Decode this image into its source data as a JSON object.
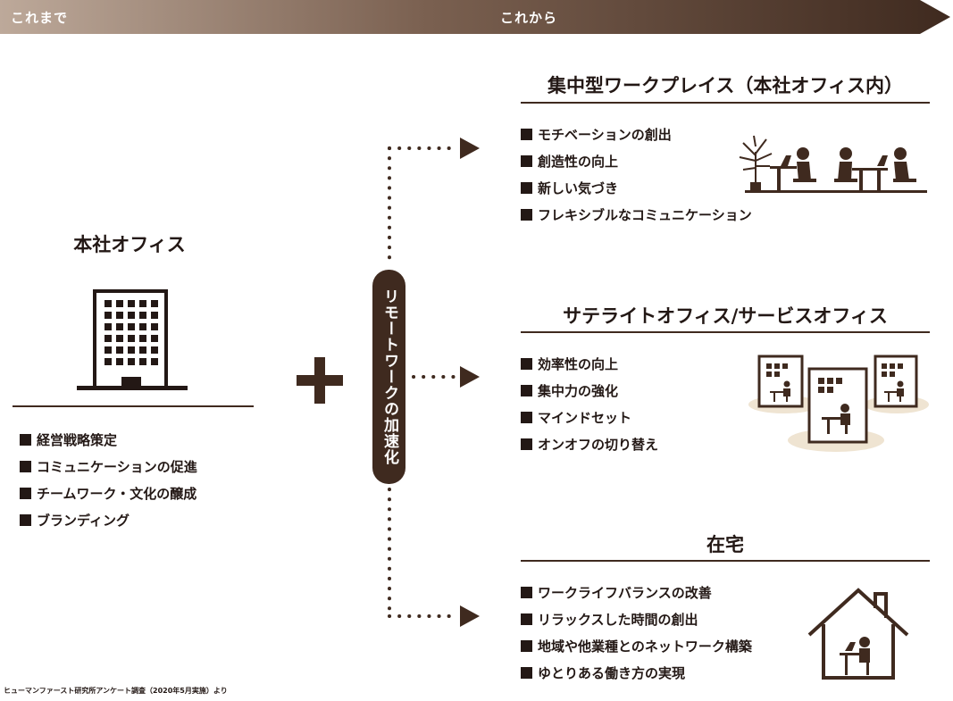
{
  "banner": {
    "before_label": "これまで",
    "after_label": "これから"
  },
  "left": {
    "title": "本社オフィス",
    "items": [
      "経営戦略策定",
      "コミュニケーションの促進",
      "チームワーク・文化の醸成",
      "ブランディング"
    ]
  },
  "center": {
    "plus_symbol": "+",
    "pill_label": "リモートワークの加速化"
  },
  "sections": [
    {
      "title": "集中型ワークプレイス（本社オフィス内）",
      "items": [
        "モチベーションの創出",
        "創造性の向上",
        "新しい気づき",
        "フレキシブルなコミュニケーション"
      ]
    },
    {
      "title": "サテライトオフィス/サービスオフィス",
      "items": [
        "効率性の向上",
        "集中力の強化",
        "マインドセット",
        "オンオフの切り替え"
      ]
    },
    {
      "title": "在宅",
      "items": [
        "ワークライフバランスの改善",
        "リラックスした時間の創出",
        "地域や他業種とのネットワーク構築",
        "ゆとりある働き方の実現"
      ]
    }
  ],
  "footnote": "ヒューマンファースト研究所アンケート調査（2020年5月実施）より",
  "colors": {
    "brand_brown": "#3f2a1f",
    "light_brown": "#b9a293",
    "beige": "#efe4d2",
    "text": "#231815"
  },
  "icons": [
    "office-building-icon",
    "plant-icon",
    "person-at-desk-icon",
    "satellite-office-icon",
    "home-office-icon"
  ]
}
